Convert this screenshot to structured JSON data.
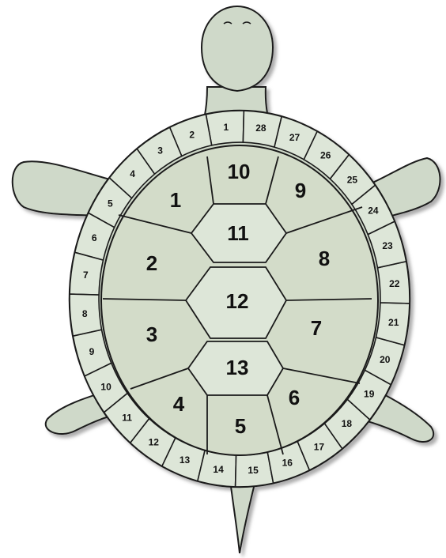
{
  "colors": {
    "shell": "#cfd9c9",
    "shell_light": "#dde6d8",
    "outline": "#1a1a1a",
    "shadow": "#9a9a9a"
  },
  "central_scutes": [
    "1",
    "2",
    "3",
    "4",
    "5",
    "6",
    "7",
    "8",
    "9",
    "10",
    "11",
    "12",
    "13"
  ],
  "marginal_scutes": [
    "1",
    "2",
    "3",
    "4",
    "5",
    "6",
    "7",
    "8",
    "9",
    "10",
    "11",
    "12",
    "13",
    "14",
    "15",
    "16",
    "17",
    "18",
    "19",
    "20",
    "21",
    "22",
    "23",
    "24",
    "25",
    "26",
    "27",
    "28"
  ]
}
